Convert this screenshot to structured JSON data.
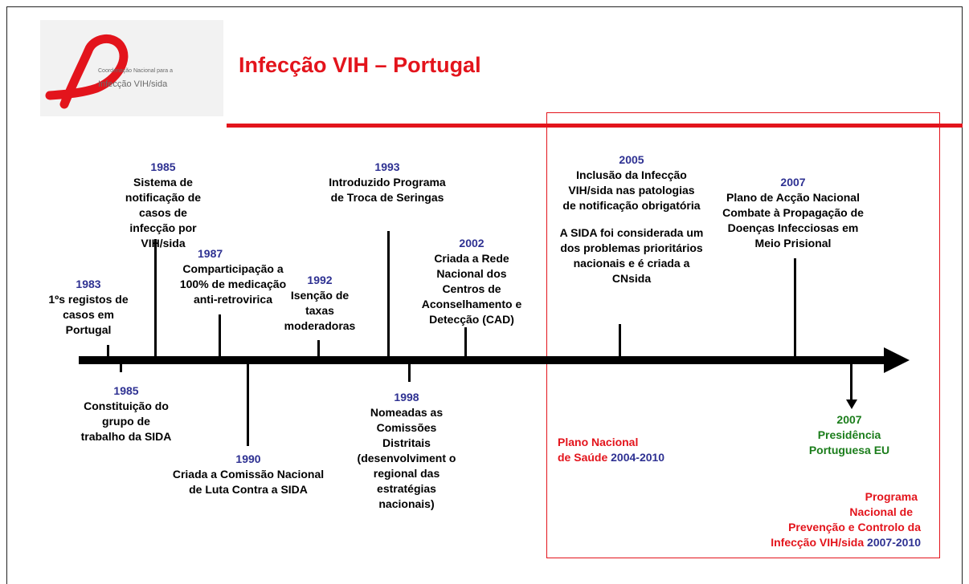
{
  "logo": {
    "line1": "Coordenação Nacional para a",
    "line2": "Infecção VIH/sida"
  },
  "title": "Infecção VIH – Portugal",
  "events_above": [
    {
      "year": "1983",
      "text": "1ºs registos de casos em Portugal"
    },
    {
      "year": "1985",
      "text": "Sistema de notificação de casos de infecção por VIH/sida"
    },
    {
      "year": "1987",
      "text": "Comparticipação a 100% de medicação anti-retrovirica"
    },
    {
      "year": "1992",
      "text": "Isenção de taxas moderadoras"
    },
    {
      "year": "1993",
      "text": "Introduzido Programa de Troca de Seringas"
    },
    {
      "year": "2002",
      "text": "Criada a Rede Nacional dos Centros de Aconselhamento e Detecção (CAD)"
    },
    {
      "year": "2005",
      "text": "Inclusão da Infecção VIH/sida nas patologias de notificação obrigatória",
      "text2": "A SIDA foi considerada um dos problemas prioritários nacionais e é criada a CNsida"
    },
    {
      "year": "2007",
      "text": "Plano de Acção Nacional Combate à Propagação de Doenças Infecciosas em Meio Prisional"
    }
  ],
  "events_below": [
    {
      "year": "1985",
      "text": "Constituição do grupo de trabalho da SIDA"
    },
    {
      "year": "1990",
      "text": "Criada a Comissão Nacional de Luta Contra a SIDA"
    },
    {
      "year": "1998",
      "text": "Nomeadas as Comissões Distritais (desenvolviment o regional das estratégias nacionais)"
    },
    {
      "year": "2007",
      "text": "Presidência Portuguesa EU"
    }
  ],
  "plans": {
    "pns_part1": "Plano Nacional",
    "pns_part2": "de Saúde",
    "pns_years": "2004-2010",
    "prog_part1": "Programa",
    "prog_part2": "Nacional de",
    "prog_part3": "Prevenção e Controlo da",
    "prog_part4": "Infecção VIH/sida",
    "prog_years": "2007-2010"
  },
  "colors": {
    "accent_red": "#e3141c",
    "year_blue": "#2e3192",
    "green": "#1b7d1b"
  }
}
